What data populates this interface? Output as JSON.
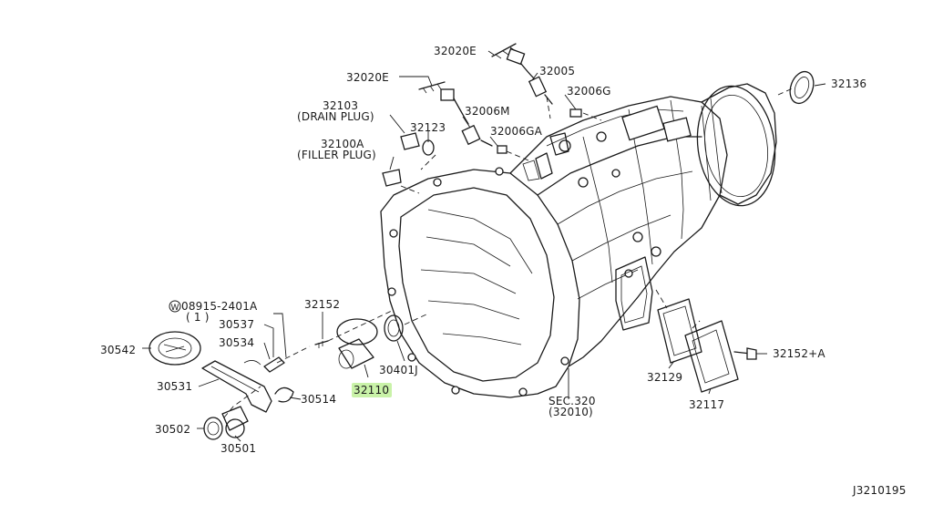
{
  "diagram_id": "J3210195",
  "highlight_color": "#c9f2a8",
  "labels": {
    "p32020e_top": "32020E",
    "p32005": "32005",
    "p32020e_mid": "32020E",
    "p32006g": "32006G",
    "p32136": "32136",
    "p32103": "32103",
    "drain_plug": "(DRAIN PLUG)",
    "p32123": "32123",
    "p32006m": "32006M",
    "p32006ga": "32006GA",
    "p32100a": "32100A",
    "filler_plug": "(FILLER PLUG)",
    "w08915": "08915-2401A",
    "w08915_symbol": "W",
    "w08915_qty": "( 1 )",
    "p32152_top": "32152",
    "p30537": "30537",
    "p30534": "30534",
    "p30542": "30542",
    "p30531": "30531",
    "p30514": "30514",
    "p30502": "30502",
    "p30501": "30501",
    "p32110": "32110",
    "p30401j": "30401J",
    "sec320": "SEC.320",
    "p32010": "(32010)",
    "p32129": "32129",
    "p32117": "32117",
    "p32152a": "32152+A"
  }
}
